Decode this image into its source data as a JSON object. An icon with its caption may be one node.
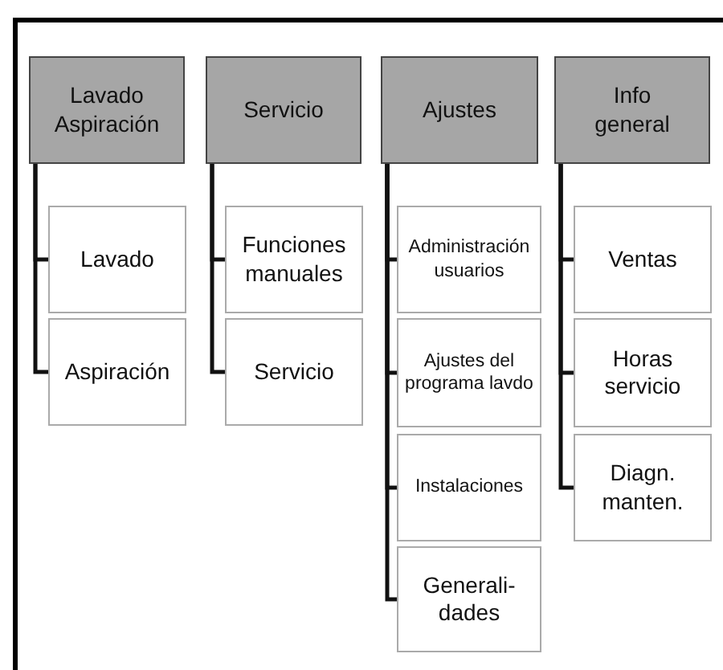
{
  "diagram": {
    "nodes": [
      {
        "text": [
          "Lavado Aspiración"
        ]
      },
      {
        "text": [
          "Lavado"
        ]
      },
      {
        "text": [
          "Aspiración"
        ]
      },
      {
        "text": [
          "Servicio"
        ]
      },
      {
        "text": [
          "Funciones manuales"
        ]
      },
      {
        "text": [
          "Servicio"
        ]
      },
      {
        "text": [
          "Ajustes"
        ]
      },
      {
        "text": [
          "Administración usuarios"
        ]
      },
      {
        "text": [
          "Ajustes del programa lavdo"
        ]
      },
      {
        "text": [
          "Instalaciones"
        ]
      },
      {
        "text": [
          "Generali- dades"
        ]
      },
      {
        "text": [
          "Info general"
        ]
      },
      {
        "text": [
          "Ventas"
        ]
      },
      {
        "text": [
          "Horas servicio"
        ]
      },
      {
        "text": [
          "Diagn. manten."
        ]
      }
    ],
    "edges": [
      {
        "from": 0,
        "to": 1,
        "arrow": "none"
      },
      {
        "from": 0,
        "to": 2,
        "arrow": "none"
      },
      {
        "from": 3,
        "to": 4,
        "arrow": "none"
      },
      {
        "from": 3,
        "to": 5,
        "arrow": "none"
      },
      {
        "from": 6,
        "to": 7,
        "arrow": "none"
      },
      {
        "from": 6,
        "to": 8,
        "arrow": "none"
      },
      {
        "from": 6,
        "to": 9,
        "arrow": "none"
      },
      {
        "from": 6,
        "to": 10,
        "arrow": "none"
      },
      {
        "from": 11,
        "to": 12,
        "arrow": "none"
      },
      {
        "from": 11,
        "to": 13,
        "arrow": "none"
      },
      {
        "from": 11,
        "to": 14,
        "arrow": "none"
      }
    ]
  }
}
